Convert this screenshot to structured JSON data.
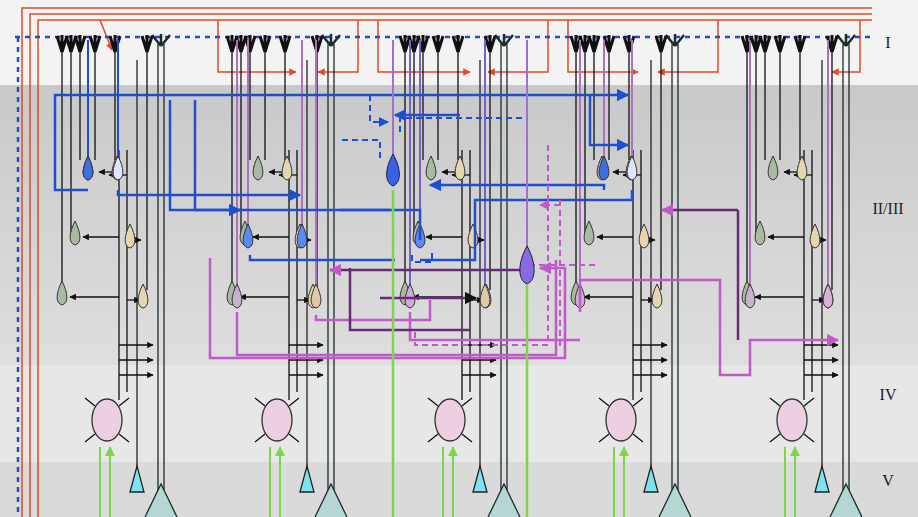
{
  "diagram": {
    "labels": [
      "I",
      "II/III",
      "IV",
      "V"
    ]
  }
}
